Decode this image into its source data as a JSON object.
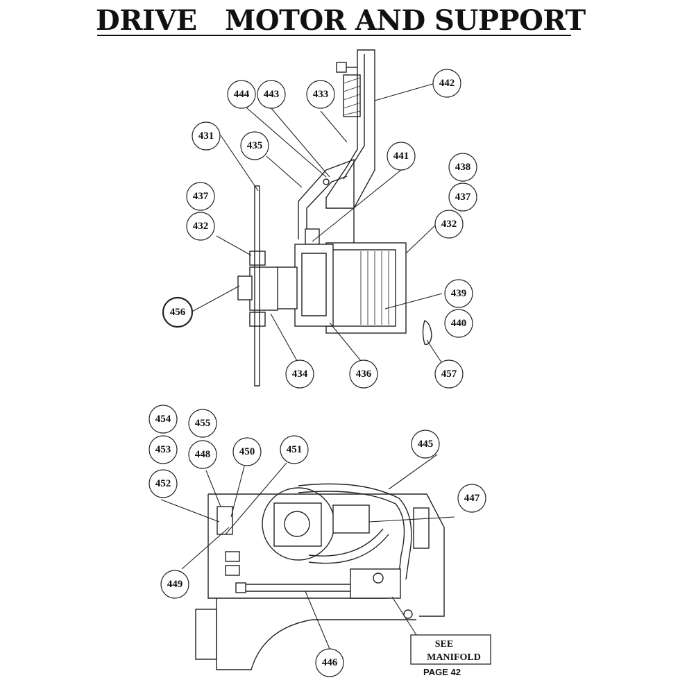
{
  "title": "DRIVE   MOTOR AND SUPPORT",
  "callouts": [
    {
      "id": "c442",
      "label": "442"
    },
    {
      "id": "c444",
      "label": "444"
    },
    {
      "id": "c443",
      "label": "443"
    },
    {
      "id": "c433",
      "label": "433"
    },
    {
      "id": "c431",
      "label": "431"
    },
    {
      "id": "c435",
      "label": "435"
    },
    {
      "id": "c441",
      "label": "441"
    },
    {
      "id": "c438",
      "label": "438"
    },
    {
      "id": "c437a",
      "label": "437"
    },
    {
      "id": "c437b",
      "label": "437"
    },
    {
      "id": "c432a",
      "label": "432"
    },
    {
      "id": "c432b",
      "label": "432"
    },
    {
      "id": "c456",
      "label": "456"
    },
    {
      "id": "c439",
      "label": "439"
    },
    {
      "id": "c440",
      "label": "440"
    },
    {
      "id": "c434",
      "label": "434"
    },
    {
      "id": "c436",
      "label": "436"
    },
    {
      "id": "c457",
      "label": "457"
    },
    {
      "id": "c454",
      "label": "454"
    },
    {
      "id": "c455",
      "label": "455"
    },
    {
      "id": "c453",
      "label": "453"
    },
    {
      "id": "c448",
      "label": "448"
    },
    {
      "id": "c450",
      "label": "450"
    },
    {
      "id": "c451",
      "label": "451"
    },
    {
      "id": "c445",
      "label": "445"
    },
    {
      "id": "c452",
      "label": "452"
    },
    {
      "id": "c447",
      "label": "447"
    },
    {
      "id": "c449",
      "label": "449"
    },
    {
      "id": "c446",
      "label": "446"
    }
  ],
  "note": {
    "line1": "SEE",
    "line2": "MANIFOLD",
    "page": "PAGE 42"
  }
}
